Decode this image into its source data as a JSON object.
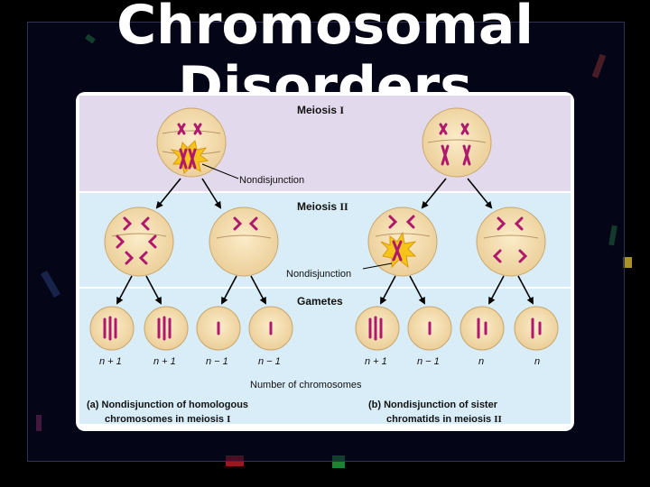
{
  "slide": {
    "title_line1": "Chromosomal",
    "title_line2": "Disorders"
  },
  "diagram": {
    "stage_meiosis1": "Meiosis",
    "stage_meiosis1_numeral": "I",
    "stage_meiosis2": "Meiosis",
    "stage_meiosis2_numeral": "II",
    "stage_gametes": "Gametes",
    "nondisjunction_label_1": "Nondisjunction",
    "nondisjunction_label_2": "Nondisjunction",
    "gamete_counts": [
      "n + 1",
      "n + 1",
      "n − 1",
      "n − 1",
      "n + 1",
      "n − 1",
      "n",
      "n"
    ],
    "axis_label": "Number of chromosomes",
    "caption_a_line1": "(a) Nondisjunction of homologous",
    "caption_a_line2": "chromosomes in meiosis",
    "caption_a_numeral": "I",
    "caption_b_line1": "(b) Nondisjunction of sister",
    "caption_b_line2": "chromatids in meiosis",
    "caption_b_numeral": "II",
    "colors": {
      "band_meiosis1": "#e3d9ec",
      "band_meiosis2": "#d8edf8",
      "band_gametes": "#d8edf8",
      "cell_fill": "#f3ddb2",
      "chromosome": "#b0186e",
      "starburst": "#f7c51a"
    }
  }
}
